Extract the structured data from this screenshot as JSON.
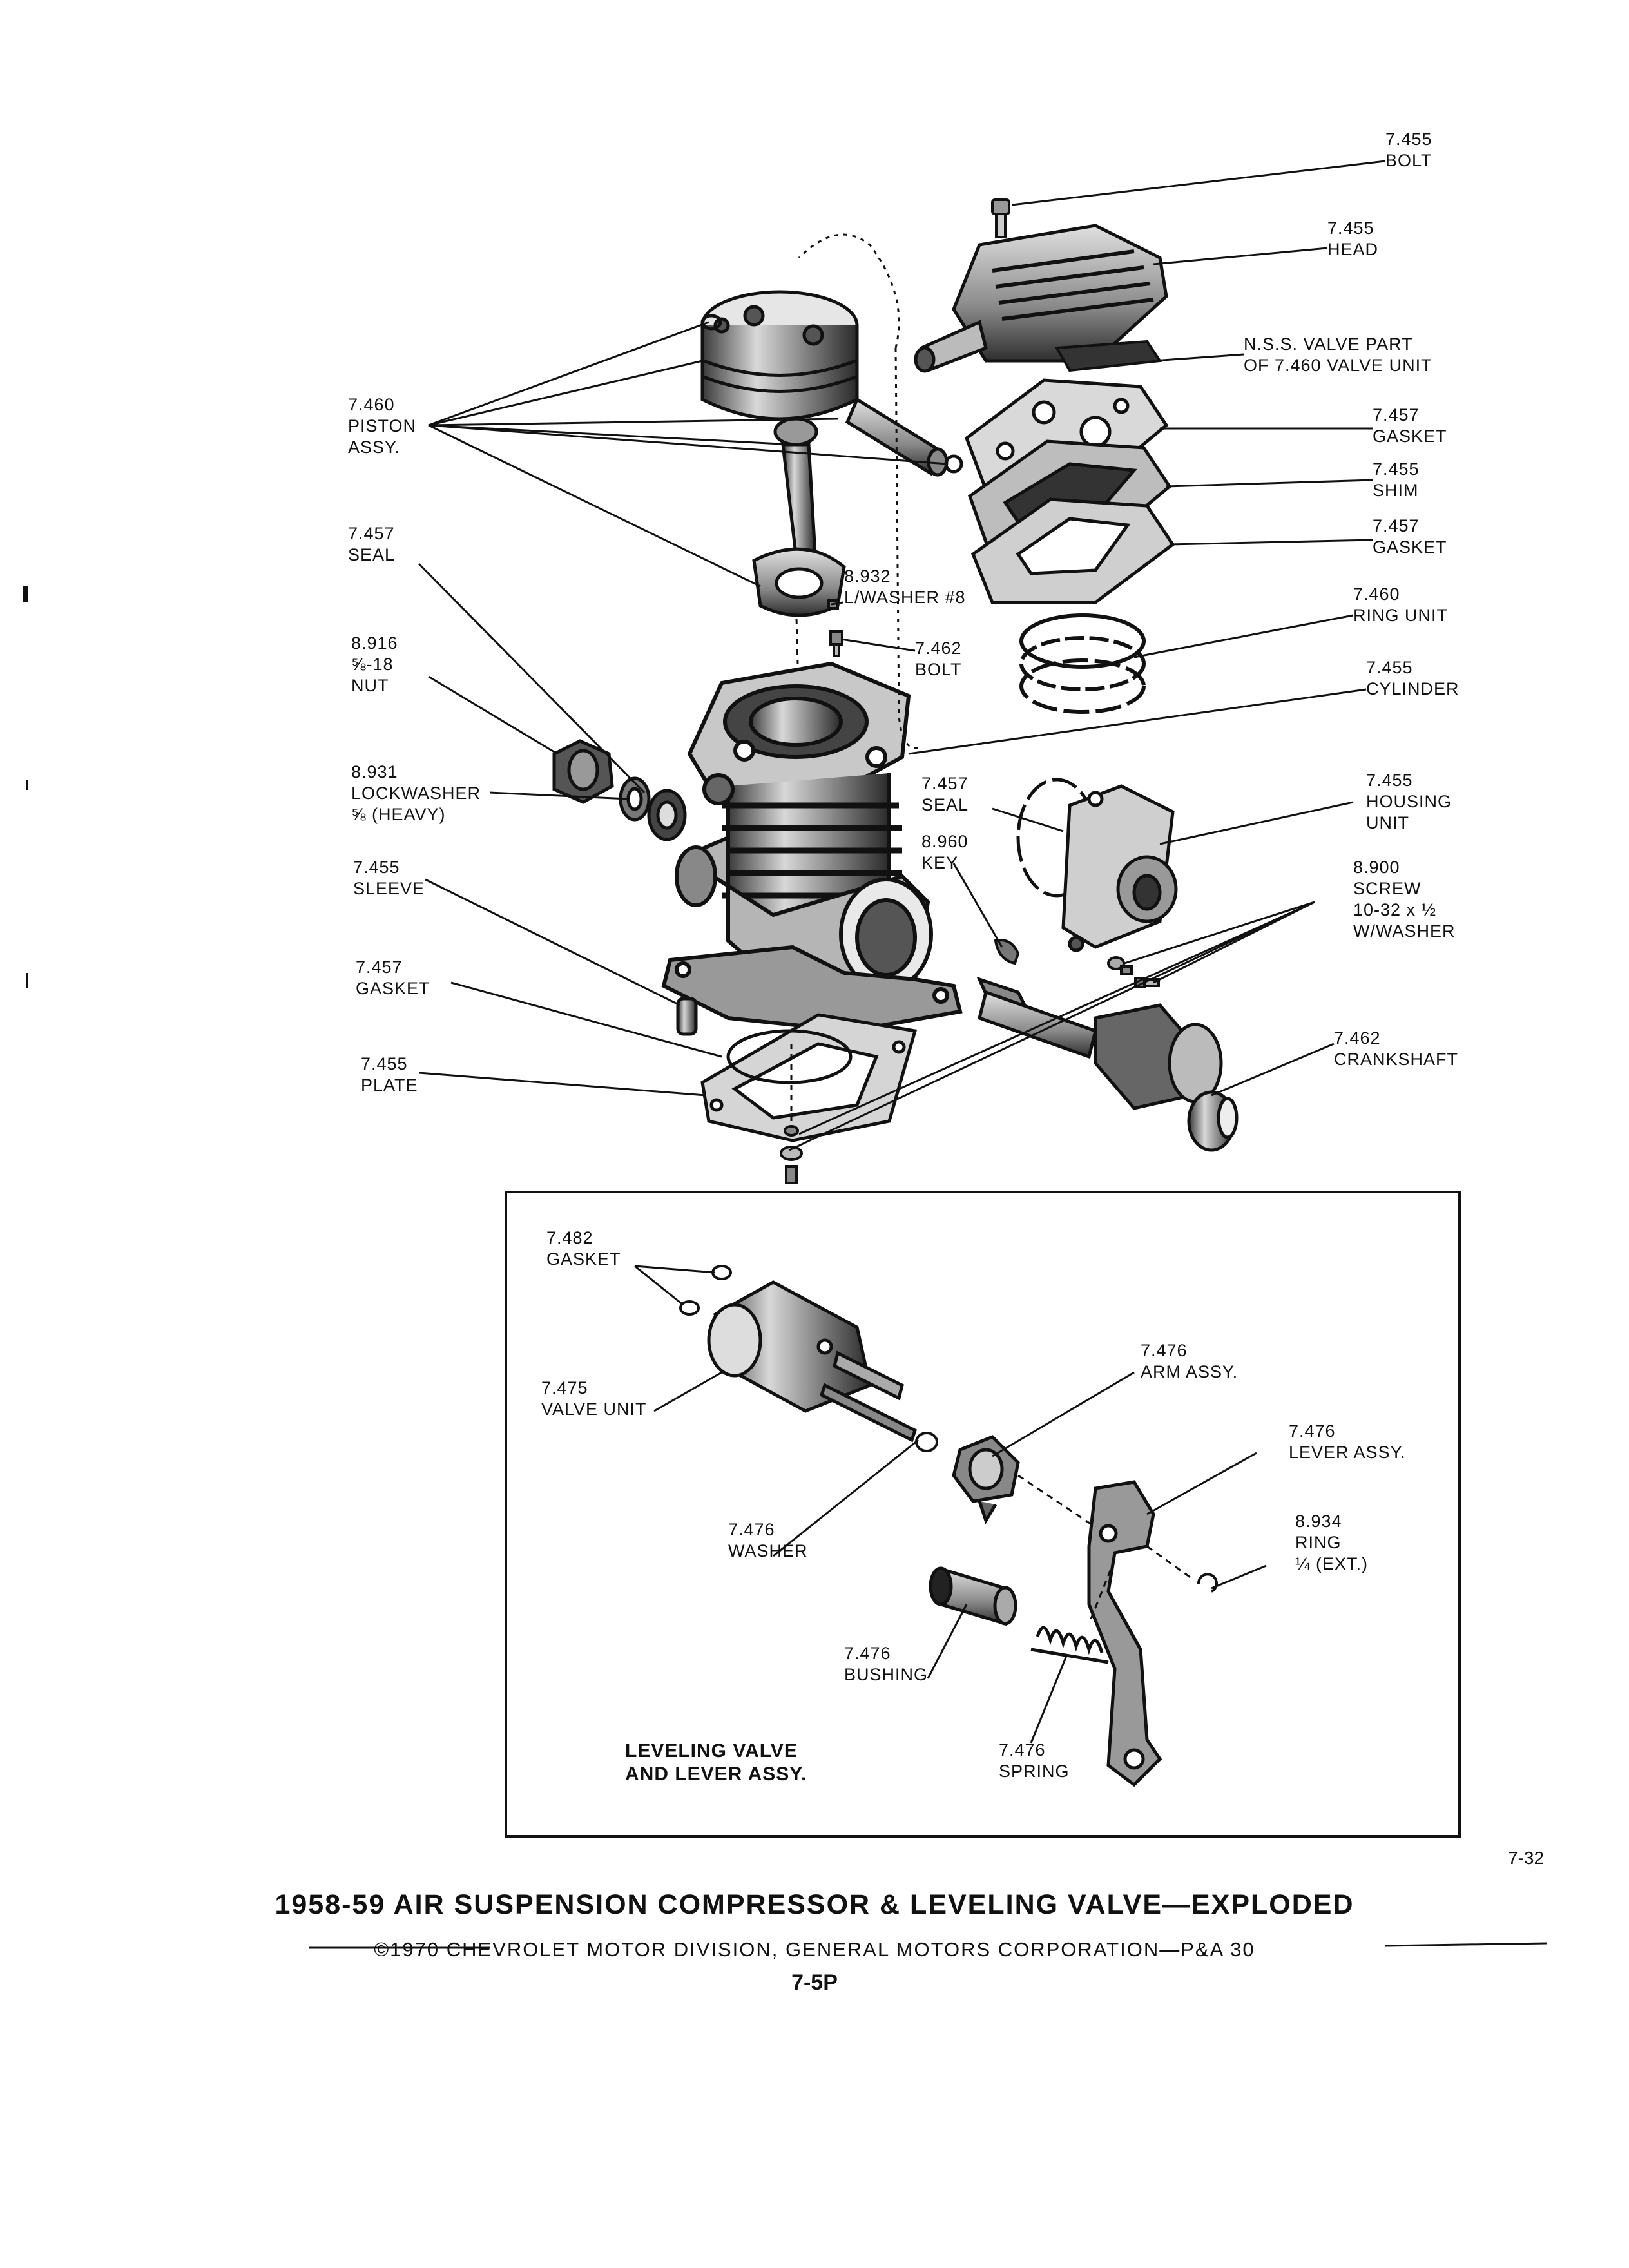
{
  "labels": {
    "bolt_top": [
      "7.455",
      "BOLT"
    ],
    "head": [
      "7.455",
      "HEAD"
    ],
    "valve_part": [
      "N.S.S. VALVE PART",
      "OF 7.460 VALVE UNIT"
    ],
    "gasket_upper": [
      "7.457",
      "GASKET"
    ],
    "shim": [
      "7.455",
      "SHIM"
    ],
    "gasket_lower": [
      "7.457",
      "GASKET"
    ],
    "ring_unit": [
      "7.460",
      "RING UNIT"
    ],
    "cylinder": [
      "7.455",
      "CYLINDER"
    ],
    "housing_unit": [
      "7.455",
      "HOUSING",
      "UNIT"
    ],
    "screw": [
      "8.900",
      "SCREW",
      "10-32 x ½",
      "W/WASHER"
    ],
    "crankshaft": [
      "7.462",
      "CRANKSHAFT"
    ],
    "piston_assy": [
      "7.460",
      "PISTON",
      "ASSY."
    ],
    "seal_left": [
      "7.457",
      "SEAL"
    ],
    "lwasher": [
      "8.932",
      "L/WASHER #8"
    ],
    "bolt_rod": [
      "7.462",
      "BOLT"
    ],
    "nut": [
      "8.916",
      "⅝-18",
      "NUT"
    ],
    "lockwasher": [
      "8.931",
      "LOCKWASHER",
      "⅝ (HEAVY)"
    ],
    "seal_mid": [
      "7.457",
      "SEAL"
    ],
    "key": [
      "8.960",
      "KEY"
    ],
    "sleeve": [
      "7.455",
      "SLEEVE"
    ],
    "gasket_base": [
      "7.457",
      "GASKET"
    ],
    "plate": [
      "7.455",
      "PLATE"
    ],
    "inset_gasket": [
      "7.482",
      "GASKET"
    ],
    "inset_valve_unit": [
      "7.475",
      "VALVE UNIT"
    ],
    "inset_arm": [
      "7.476",
      "ARM ASSY."
    ],
    "inset_lever": [
      "7.476",
      "LEVER ASSY."
    ],
    "inset_washer": [
      "7.476",
      "WASHER"
    ],
    "inset_ring": [
      "8.934",
      "RING",
      "¼ (EXT.)"
    ],
    "inset_bushing": [
      "7.476",
      "BUSHING"
    ],
    "inset_spring": [
      "7.476",
      "SPRING"
    ]
  },
  "inset_title": [
    "LEVELING VALVE",
    "AND LEVER ASSY."
  ],
  "page_code": "7-32",
  "footer": {
    "title": "1958-59 AIR SUSPENSION COMPRESSOR & LEVELING VALVE—EXPLODED",
    "copyright": "©1970 CHEVROLET MOTOR DIVISION, GENERAL MOTORS CORPORATION—P&A 30",
    "page": "7-5P"
  },
  "colors": {
    "ink": "#111111",
    "paper": "#ffffff",
    "shade": "#8a8a8a"
  }
}
